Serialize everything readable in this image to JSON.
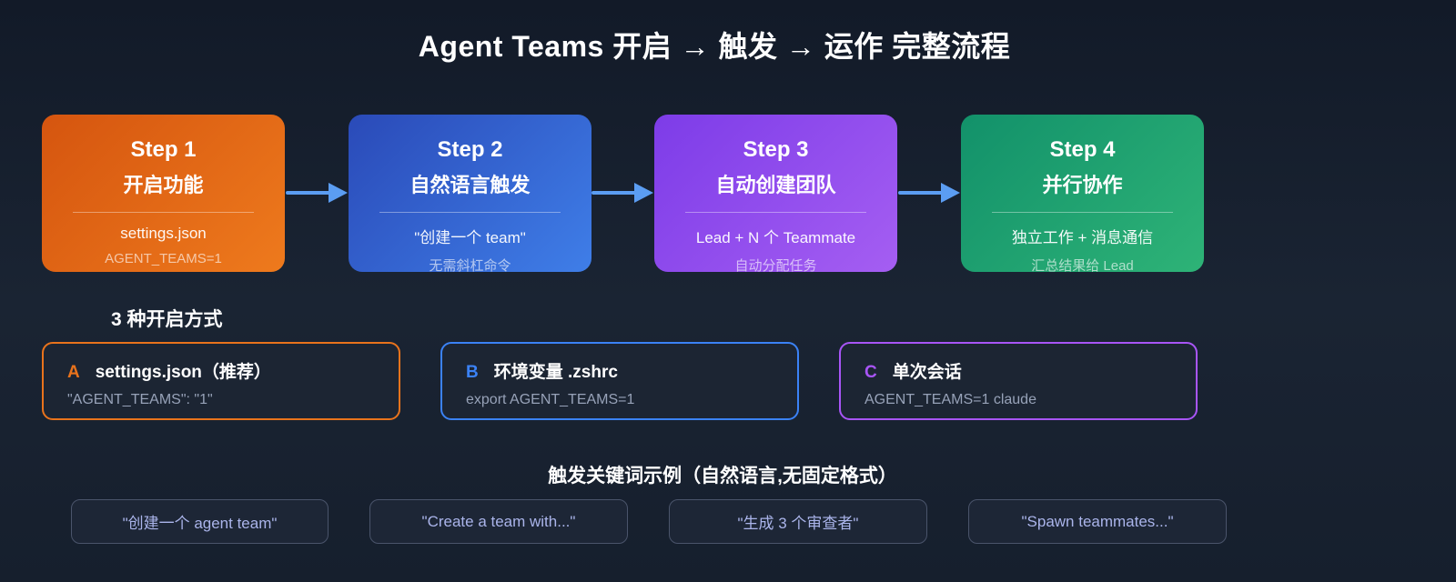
{
  "title": "Agent Teams 开启 → 触发 → 运作 完整流程",
  "steps": [
    {
      "label": "Step 1",
      "name": "开启功能",
      "line1": "settings.json",
      "line2": "AGENT_TEAMS=1",
      "color_from": "#d5550f",
      "color_to": "#ee7a1d"
    },
    {
      "label": "Step 2",
      "name": "自然语言触发",
      "line1": "\"创建一个 team\"",
      "line2": "无需斜杠命令",
      "color_from": "#2a4ab8",
      "color_to": "#3f7ee8"
    },
    {
      "label": "Step 3",
      "name": "自动创建团队",
      "line1": "Lead + N 个 Teammate",
      "line2": "自动分配任务",
      "color_from": "#7d3ce8",
      "color_to": "#a55ef2"
    },
    {
      "label": "Step 4",
      "name": "并行协作",
      "line1": "独立工作 + 消息通信",
      "line2": "汇总结果给 Lead",
      "color_from": "#12916a",
      "color_to": "#2eb377"
    }
  ],
  "methods_section": {
    "heading": "3 种开启方式",
    "items": [
      {
        "letter": "A",
        "title": "settings.json（推荐）",
        "code": "\"AGENT_TEAMS\": \"1\"",
        "accent": "#e9731c"
      },
      {
        "letter": "B",
        "title": "环境变量 .zshrc",
        "code": "export AGENT_TEAMS=1",
        "accent": "#3b82f6"
      },
      {
        "letter": "C",
        "title": "单次会话",
        "code": "AGENT_TEAMS=1 claude",
        "accent": "#a855f7"
      }
    ]
  },
  "triggers_section": {
    "heading": "触发关键词示例（自然语言,无固定格式）",
    "examples": [
      "\"创建一个 agent team\"",
      "\"Create a team with...\"",
      "\"生成 3 个审查者\"",
      "\"Spawn teammates...\""
    ]
  },
  "colors": {
    "arrow": "#5b9df2",
    "pill_text": "#aab4ea",
    "pill_border": "#4a546b",
    "background": "#1a2433"
  }
}
